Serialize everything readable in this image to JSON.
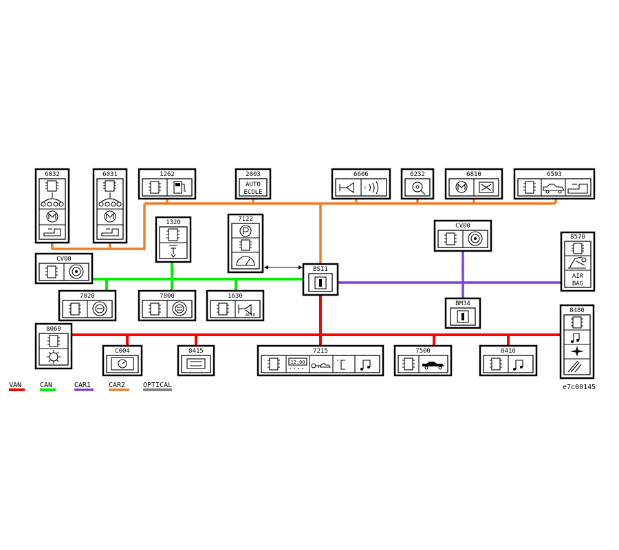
{
  "diagram": {
    "modules": {
      "m6032": "6032",
      "m6031": "6031",
      "m1262": "1262",
      "m2003": "2003",
      "m6606": "6606",
      "m6232": "6232",
      "m6810": "6810",
      "m6593": "6593",
      "cv00_left": "CV00",
      "cv00_right": "CV00",
      "m1320": "1320",
      "m7122": "7122",
      "bsi1": "BSI1",
      "m8570": "8570",
      "m7020": "7020",
      "m7800": "7800",
      "m1630": "1630",
      "bm34": "BM34",
      "m8480": "8480",
      "m8060": "8060",
      "c004": "C004",
      "m8415": "8415",
      "m7215": "7215",
      "m7500": "7500",
      "m8410": "8410"
    },
    "icon_text": {
      "auto": "AUTO",
      "ecole": "ECOLE",
      "air": "AIR",
      "bag": "BAG",
      "auto_small": "AUTO",
      "digits": "12:00"
    },
    "legend": [
      {
        "label": "VAN",
        "color": "#ff0000"
      },
      {
        "label": "CAN",
        "color": "#00ee00"
      },
      {
        "label": "CAR1",
        "color": "#7f3fe0"
      },
      {
        "label": "CAR2",
        "color": "#ee7f2a"
      },
      {
        "label": "OPTICAL",
        "color": "#000000"
      }
    ],
    "reference": "e7c00145"
  }
}
